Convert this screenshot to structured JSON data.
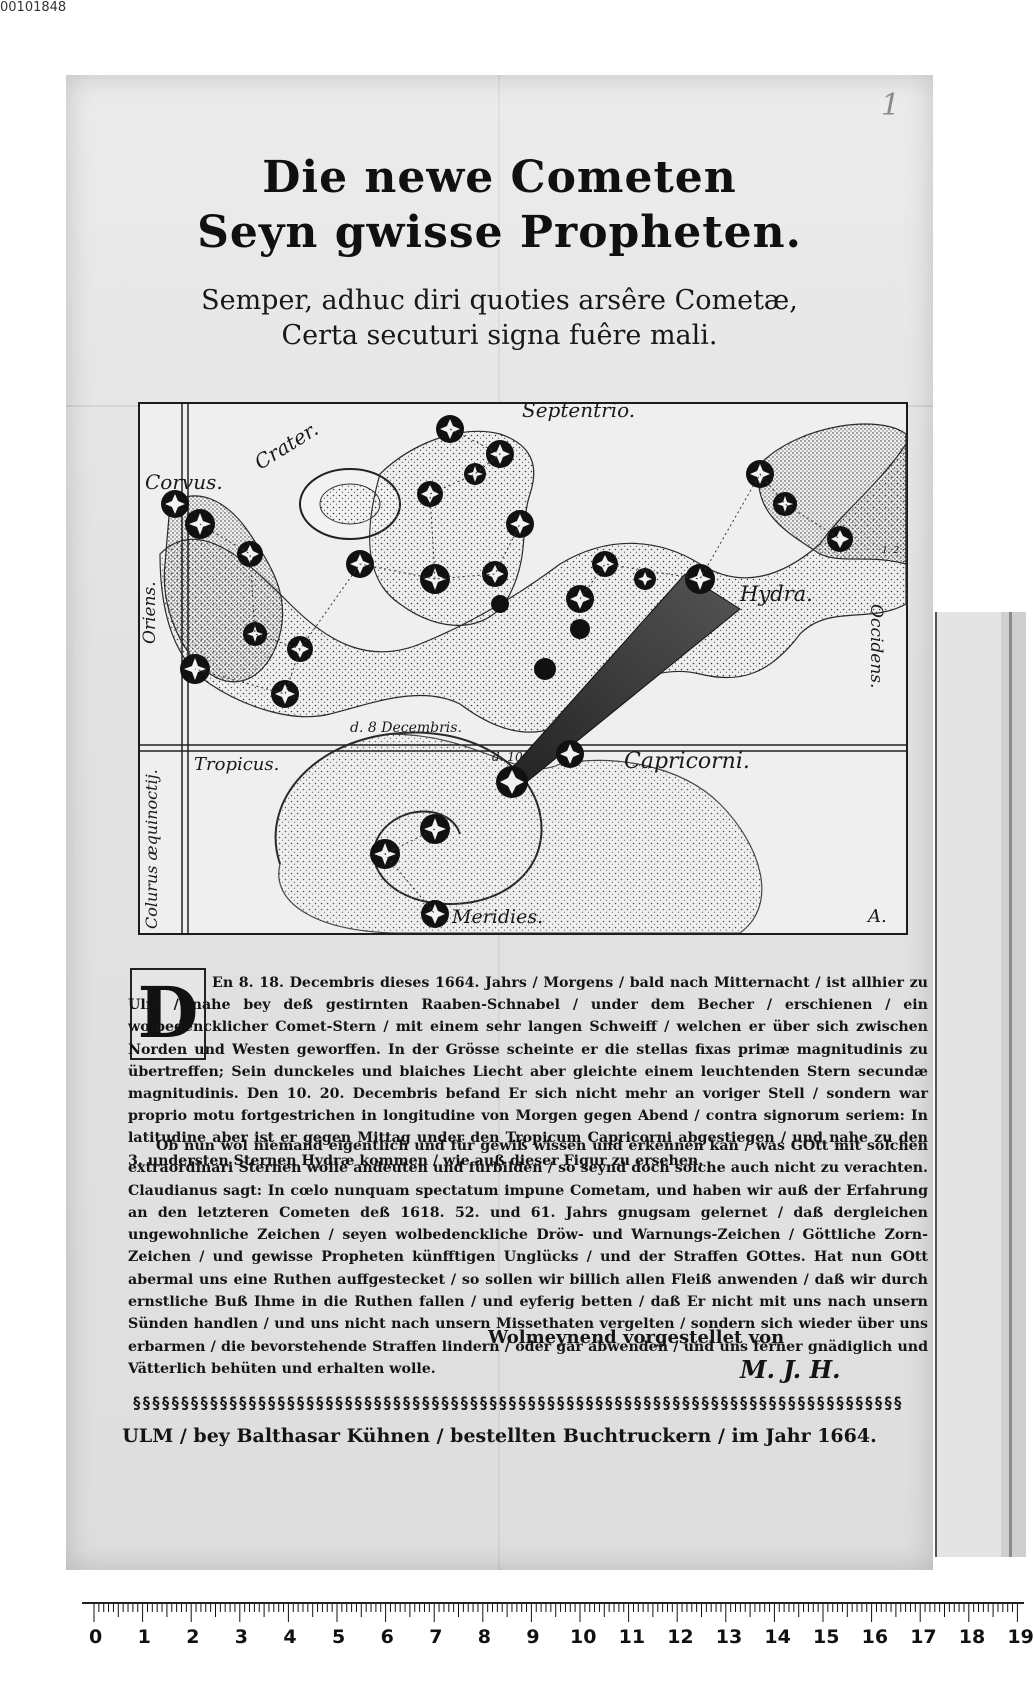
{
  "archive_id": "00101848",
  "page_number": "1",
  "title": {
    "line1": "Die newe Cometen",
    "line2": "Seyn gwisse Propheten."
  },
  "motto": {
    "line1": "Semper, adhuc diri quoties arsêre Cometæ,",
    "line2": "Certa secuturi signa fuêre mali."
  },
  "map": {
    "labels": {
      "septentrio": "Septentrio.",
      "corvus": "Corvus.",
      "crater": "Crater.",
      "hydra": "Hydra.",
      "oriens": "Oriens.",
      "occidens": "Occidens.",
      "tropicus": "Tropicus.",
      "capricorni": "Capricorni.",
      "colurus": "Colurus æquinoctij.",
      "meridies": "Meridies.",
      "decembris": "d. 8 Decembris.",
      "d10": "d. 10",
      "monogram": "A.",
      "small_mark": "1. 2."
    }
  },
  "text": {
    "drop_cap": "D",
    "para1": "En 8. 18. Decembris dieses 1664. Jahrs / Morgens / bald nach Mitternacht / ist allhier zu Ulm / nahe bey deß gestirnten Raaben-Schnabel / under dem Becher / erschienen / ein wolbedencklicher Comet-Stern / mit einem sehr langen Schweiff / welchen er über sich zwischen Norden und Westen geworffen. In der Grösse scheinte er die stellas fixas primæ magnitudinis zu übertreffen; Sein dunckeles und blaiches Liecht aber gleichte einem leuchtenden Stern secundæ magnitudinis. Den 10. 20. Decembris befand Er sich nicht mehr an voriger Stell / sondern war proprio motu fortgestrichen in longitudine von Morgen gegen Abend / contra signorum seriem: In latitudine aber ist er gegen Mittag under den Tropicum Capricorni abgestiegen / und nahe zu den 3. understen Sternen Hydræ kommen / wie auß dieser Figur zu ersehen.",
    "para2": "Ob nun wol niemand eigentlich und für gewiß wissen und erkennen kan / was GOtt mit solchen extraordinari Sternen wolle andeuten und fürbilden / so seynd doch solche auch nicht zu verachten. Claudianus sagt: In cœlo nunquam spectatum impune Cometam, und haben wir auß der Erfahrung an den letzteren Cometen deß 1618. 52. und 61. Jahrs gnugsam gelernet / daß dergleichen ungewohnliche Zeichen / seyen wolbedenckliche Dröw- und Warnungs-Zeichen / Göttliche Zorn-Zeichen / und gewisse Propheten künfftigen Unglücks / und der Straffen GOttes. Hat nun GOtt abermal uns eine Ruthen auffgestecket / so sollen wir billich allen Fleiß anwenden / daß wir durch ernstliche Buß Ihme in die Ruthen fallen / und eyferig betten / daß Er nicht mit uns nach unsern Sünden handlen / und uns nicht nach unsern Missethaten vergelten / sondern sich wieder über uns erbarmen / die bevorstehende Straffen lindern / oder gar abwenden / und uns ferner gnädiglich und Vätterlich behüten und erhalten wolle.",
    "signoff": "Wolmeynend vorgestellet von",
    "initials": "M. J. H.",
    "imprint": "ULM / bey Balthasar Kühnen / bestellten Buchtruckern / im Jahr 1664."
  },
  "ruler": {
    "numbers": [
      "0",
      "1",
      "2",
      "3",
      "4",
      "5",
      "6",
      "7",
      "8",
      "9",
      "10",
      "11",
      "12",
      "13",
      "14",
      "15",
      "16",
      "17",
      "18",
      "19"
    ]
  }
}
